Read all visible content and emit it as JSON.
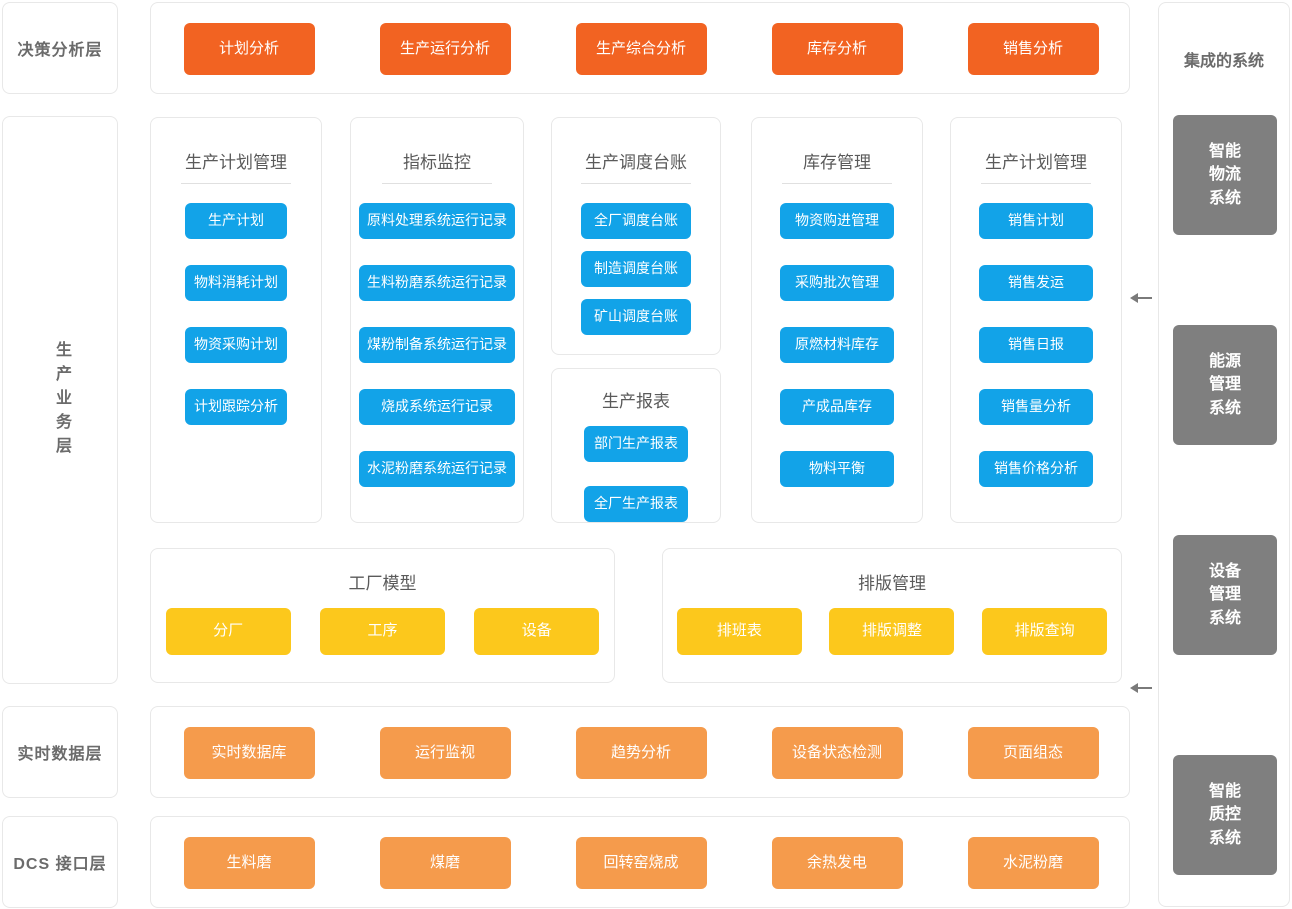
{
  "layers": {
    "decision": "决策分析层",
    "production": "生产业务层",
    "realtime": "实时数据层",
    "dcs": "DCS 接口层"
  },
  "decision_row": {
    "items": [
      {
        "label": "计划分析"
      },
      {
        "label": "生产运行分析"
      },
      {
        "label": "生产综合分析"
      },
      {
        "label": "库存分析"
      },
      {
        "label": "销售分析"
      }
    ]
  },
  "columns": [
    {
      "title": "生产计划管理",
      "items": [
        "生产计划",
        "物料消耗计划",
        "物资采购计划",
        "计划跟踪分析"
      ]
    },
    {
      "title": "指标监控",
      "items": [
        "原料处理系统运行记录",
        "生料粉磨系统运行记录",
        "煤粉制备系统运行记录",
        "烧成系统运行记录",
        "水泥粉磨系统运行记录"
      ]
    },
    {
      "title": "生产调度台账",
      "items": [
        "全厂调度台账",
        "制造调度台账",
        "矿山调度台账"
      ]
    },
    {
      "title": "库存管理",
      "items": [
        "物资购进管理",
        "采购批次管理",
        "原燃材料库存",
        "产成品库存",
        "物料平衡"
      ]
    },
    {
      "title": "生产计划管理",
      "items": [
        "销售计划",
        "销售发运",
        "销售日报",
        "销售量分析",
        "销售价格分析"
      ]
    }
  ],
  "report_card": {
    "title": "生产报表",
    "items": [
      "部门生产报表",
      "全厂生产报表"
    ]
  },
  "factory_model": {
    "title": "工厂模型",
    "items": [
      "分厂",
      "工序",
      "设备"
    ]
  },
  "schedule_mgmt": {
    "title": "排版管理",
    "items": [
      "排班表",
      "排版调整",
      "排版查询"
    ]
  },
  "realtime_row": {
    "items": [
      "实时数据库",
      "运行监视",
      "趋势分析",
      "设备状态检测",
      "页面组态"
    ]
  },
  "dcs_row": {
    "items": [
      "生料磨",
      "煤磨",
      "回转窑烧成",
      "余热发电",
      "水泥粉磨"
    ]
  },
  "integrated": {
    "title": "集成的系统",
    "items": [
      "智能\n物流\n系统",
      "能源\n管理\n系统",
      "设备\n管理\n系统",
      "智能\n质控\n系统"
    ]
  },
  "colors": {
    "red": "#f26322",
    "blue": "#12a3e8",
    "yellow": "#fcc81c",
    "orange": "#f59b4c",
    "grey": "#7f7f7f",
    "border": "#e8e8e8",
    "text_muted": "#5a5a5a"
  }
}
